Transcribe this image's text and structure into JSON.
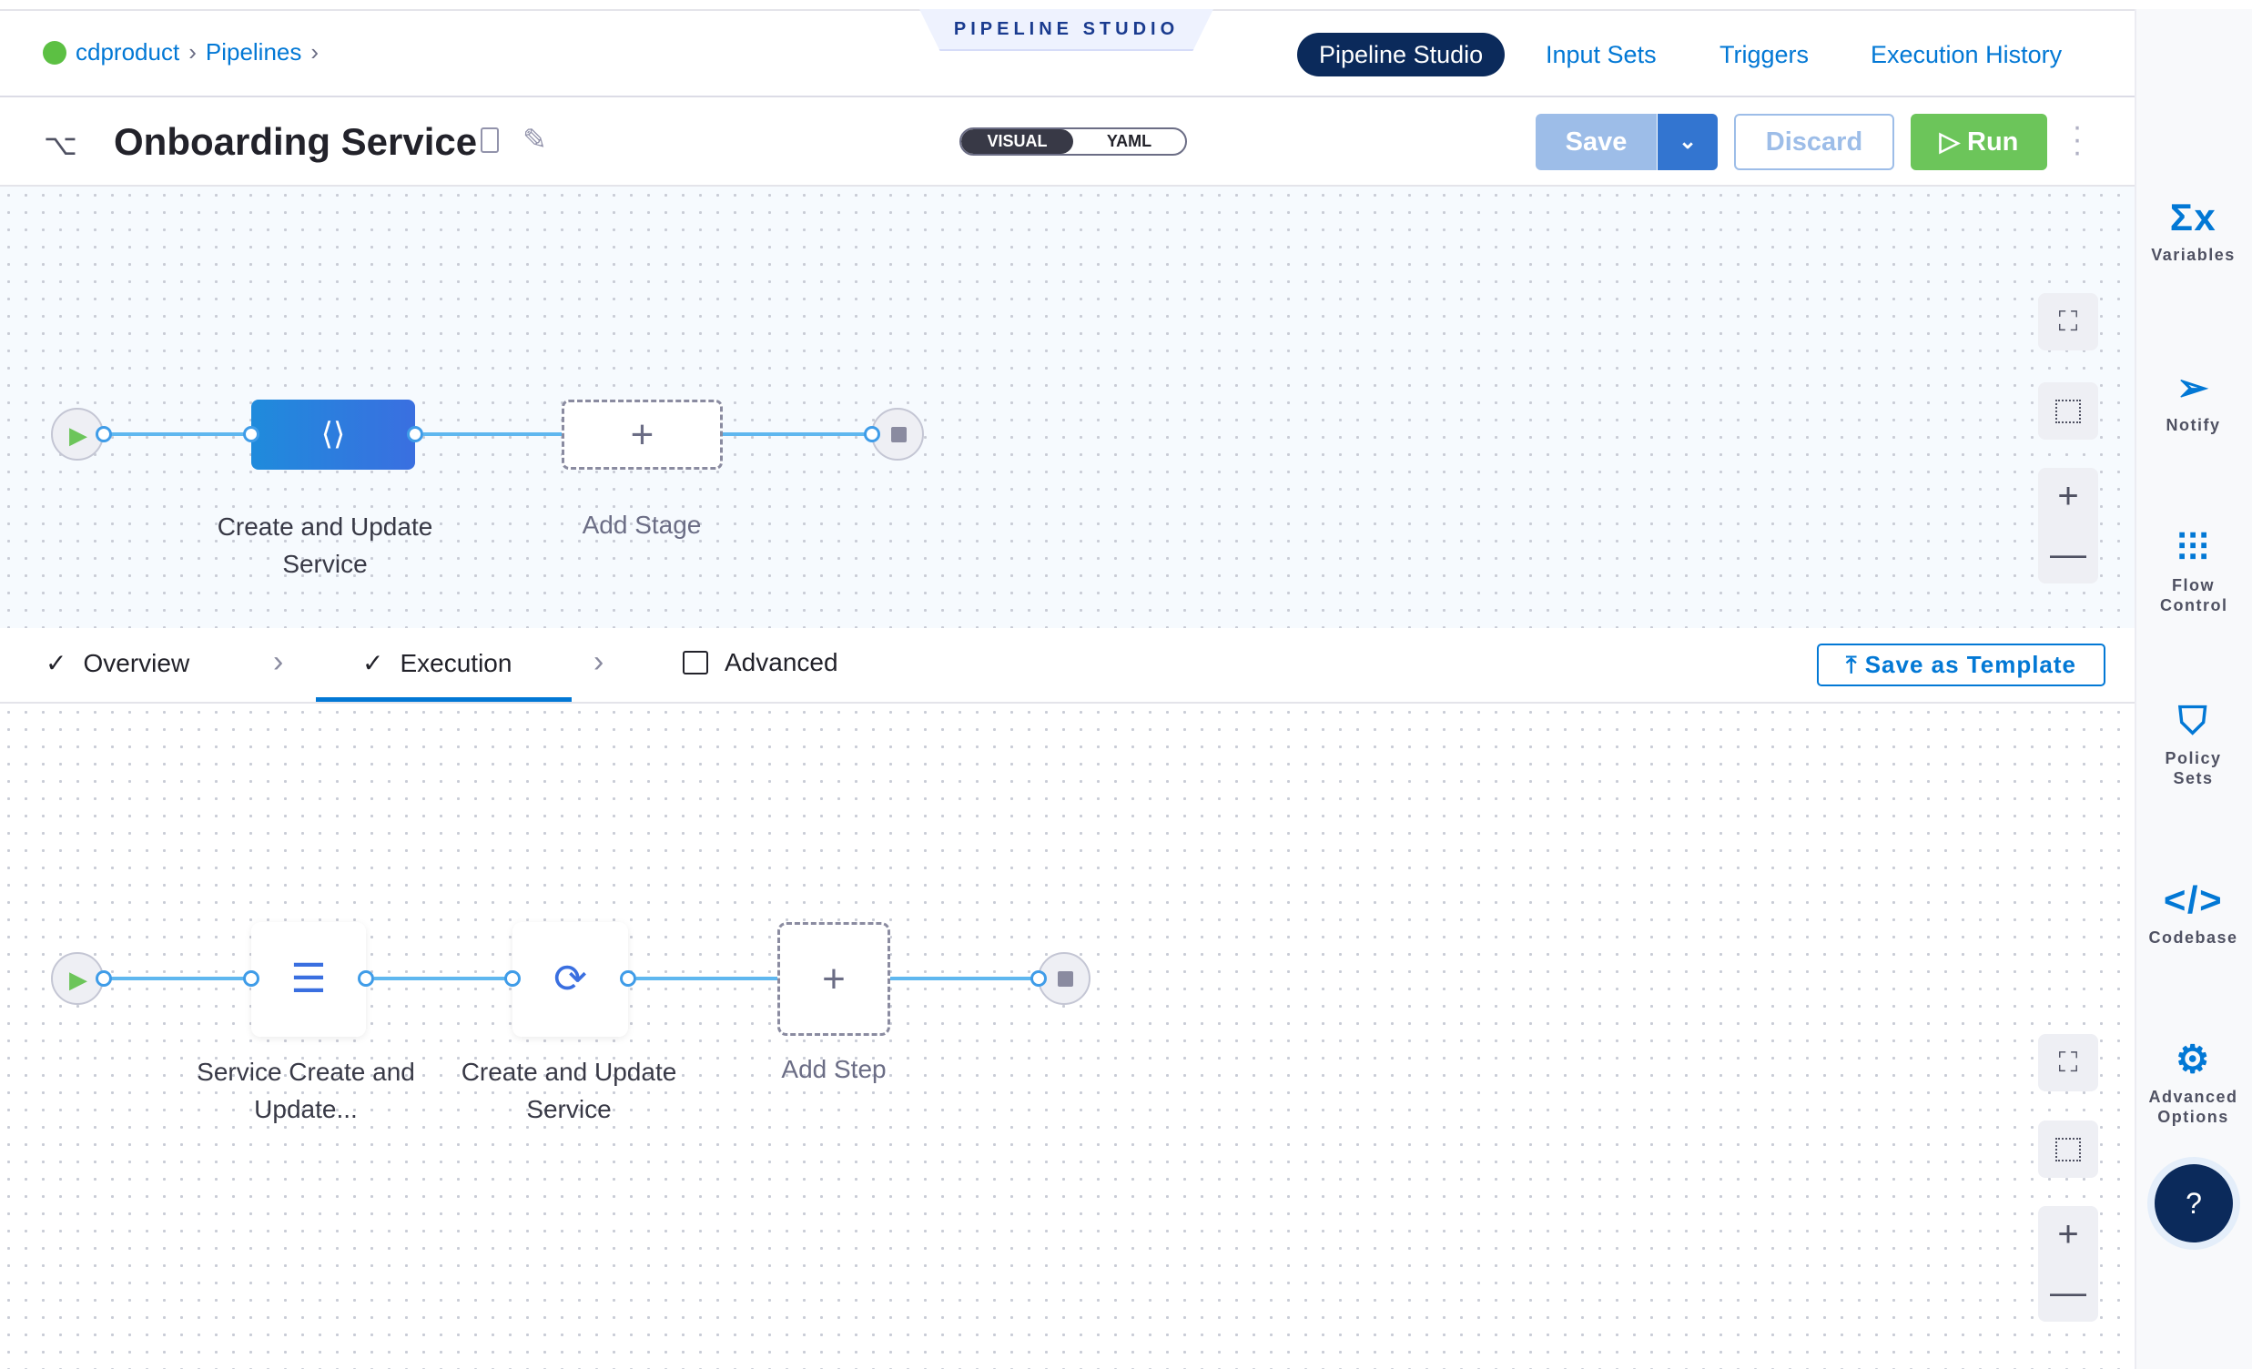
{
  "header": {
    "breadcrumb": [
      "cdproduct",
      "Pipelines"
    ],
    "banner": "PIPELINE STUDIO",
    "nav_tabs": [
      "Pipeline Studio",
      "Input Sets",
      "Triggers",
      "Execution History"
    ]
  },
  "toolbar": {
    "title": "Onboarding Service",
    "view_modes": [
      "VISUAL",
      "YAML"
    ],
    "save": "Save",
    "discard": "Discard",
    "run": "Run"
  },
  "stage_graph": {
    "stage_label": "Create and Update Service",
    "add_stage": "Add Stage"
  },
  "stage_tabs": {
    "overview": "Overview",
    "execution": "Execution",
    "advanced": "Advanced",
    "save_template": "Save as Template"
  },
  "step_graph": {
    "steps": [
      "Service Create and Update...",
      "Create and Update Service"
    ],
    "add_step": "Add Step"
  },
  "sidebar": {
    "items": [
      "Variables",
      "Notify",
      "Flow Control",
      "Policy Sets",
      "Codebase",
      "Advanced Options"
    ]
  },
  "colors": {
    "accent": "#0278d5",
    "run": "#6cc55a",
    "nav_active": "#0b2a5b",
    "connector": "#5fb7ef"
  }
}
